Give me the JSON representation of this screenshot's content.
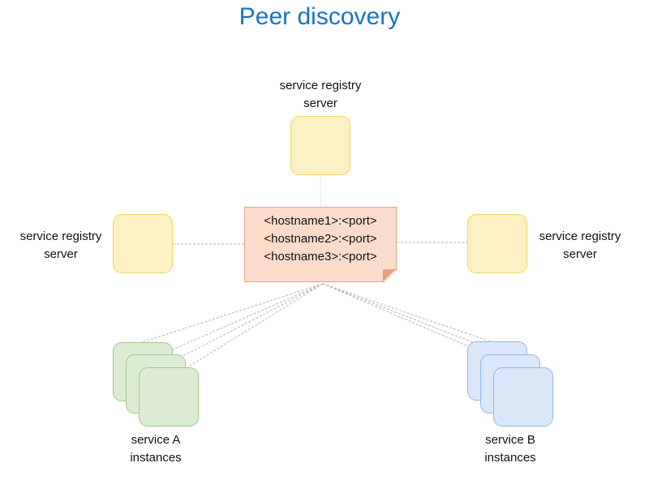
{
  "title": "Peer discovery",
  "registry_note": {
    "lines": [
      "<hostname1>:<port>",
      "<hostname2>:<port>",
      "<hostname3>:<port>"
    ]
  },
  "servers": {
    "top": {
      "line1": "service registry",
      "line2": "server"
    },
    "left": {
      "line1": "service registry",
      "line2": "server"
    },
    "right": {
      "line1": "service registry",
      "line2": "server"
    }
  },
  "service_a": {
    "line1": "service A",
    "line2": "instances",
    "instance_count": 3
  },
  "service_b": {
    "line1": "service B",
    "line2": "instances",
    "instance_count": 3
  },
  "colors": {
    "title": "#1874c6",
    "server_fill": "#fdf0c4",
    "server_border": "#f2d56a",
    "note_fill": "#fbdcca",
    "note_border": "#e3a27f",
    "service_a_fill": "#dcecd2",
    "service_b_fill": "#d9e7f8",
    "connector": "#b5b5b5"
  }
}
